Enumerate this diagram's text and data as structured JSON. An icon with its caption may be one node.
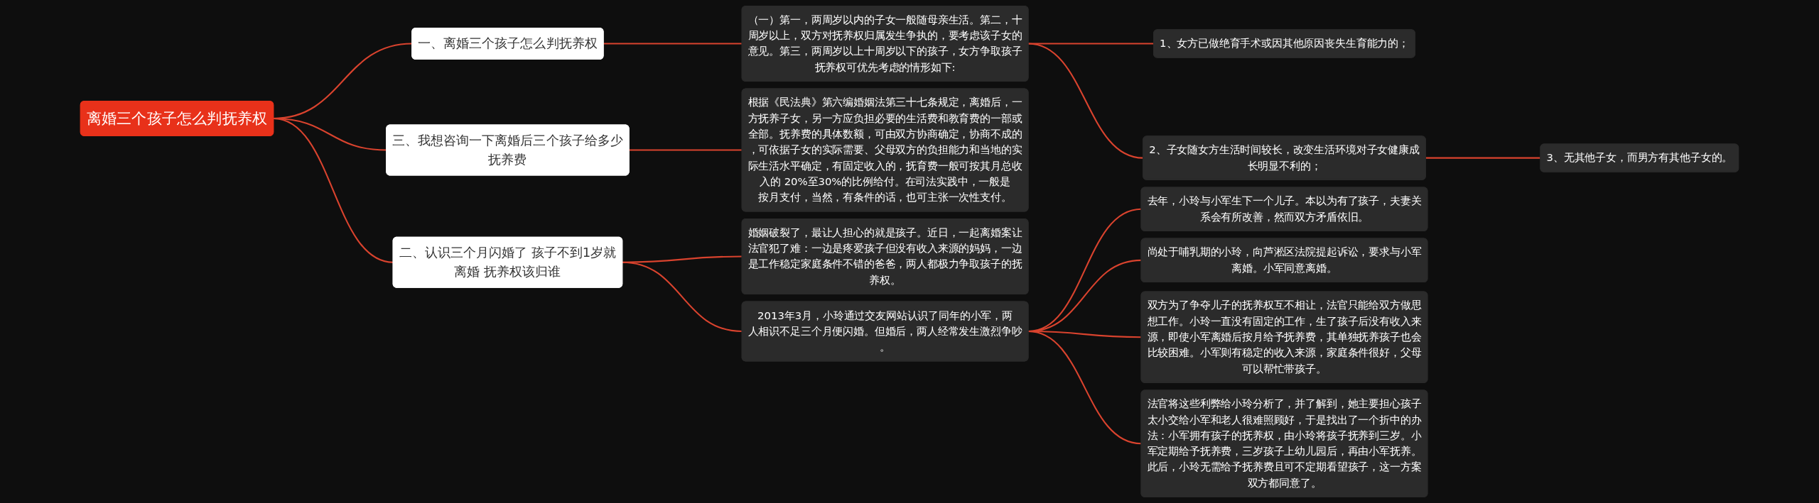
{
  "diagram": {
    "nodes": [
      {
        "text": [
          "离婚三个孩子怎么判抚养权"
        ]
      },
      {
        "text": [
          "一、离婚三个孩子怎么判抚养权"
        ]
      },
      {
        "text": [
          "（一）第一，两周岁以内的子女一般随母亲生活。第二，十周岁以上，双方对抚养权归属发生争执的，要考虑该子女的意见。第三，两周岁以上十周岁以下的孩子，女方争取孩子抚养权可优先考虑的情形如下:"
        ]
      },
      {
        "text": [
          "1、女方已做绝育手术或因其他原因丧失生育能力的；"
        ]
      },
      {
        "text": [
          "2、子女随女方生活时间较长，改变生活环境对子女健康成长明显不利的；"
        ]
      },
      {
        "text": [
          "3、无其他子女，而男方有其他子女的。"
        ]
      },
      {
        "text": [
          "三、我想咨询一下离婚后三个孩子给多少抚养费"
        ]
      },
      {
        "text": [
          "根据《民法典》第六编婚姻法第三十七条规定，离婚后，一方抚养子女，另一方应负担必要的生活费和教育费的一部或全部。抚养费的具体数额，可由双方协商确定，协商不成的，可依据子女的实际需要、父母双方的负担能力和当地的实际生活水平确定，有固定收入的，抚育费一般可按其月总收入的 20%至30%的比例给付。在司法实践中，一般是按月支付，当然，有条件的话，也可主张一次性支付。"
        ]
      },
      {
        "text": [
          "二、认识三个月闪婚了 孩子不到1岁就离婚 抚养权该归谁"
        ]
      },
      {
        "text": [
          "婚姻破裂了，最让人担心的就是孩子。近日，一起离婚案让法官犯了难：一边是疼爱孩子但没有收入来源的妈妈，一边是工作稳定家庭条件不错的爸爸，两人都极力争取孩子的抚养权。"
        ]
      },
      {
        "text": [
          "2013年3月，小玲通过交友网站认识了同年的小军，两人相识不足三个月便闪婚。但婚后，两人经常发生激烈争吵。"
        ]
      },
      {
        "text": [
          "去年，小玲与小军生下一个儿子。本以为有了孩子，夫妻关系会有所改善，然而双方矛盾依旧。"
        ]
      },
      {
        "text": [
          "尚处于哺乳期的小玲，向芦淞区法院提起诉讼，要求与小军离婚。小军同意离婚。"
        ]
      },
      {
        "text": [
          "双方为了争夺儿子的抚养权互不相让，法官只能给双方做思想工作。小玲一直没有固定的工作，生了孩子后没有收入来源，即使小军离婚后按月给予抚养费，其单独抚养孩子也会比较困难。小军则有稳定的收入来源，家庭条件很好，父母可以帮忙带孩子。"
        ]
      },
      {
        "text": [
          "法官将这些利弊给小玲分析了，并了解到，她主要担心孩子太小交给小军和老人很难照顾好，于是找出了一个折中的办法：小军拥有孩子的抚养权，由小玲将孩子抚养到三岁。小军定期给予抚养费，三岁孩子上幼儿园后，再由小军抚养。此后，小玲无需给予抚养费且可不定期看望孩子，这一方案双方都同意了。"
        ]
      }
    ],
    "edges": [
      {
        "from": 0,
        "to": 1,
        "arrow": "none"
      },
      {
        "from": 1,
        "to": 2,
        "arrow": "none"
      },
      {
        "from": 2,
        "to": 3,
        "arrow": "none"
      },
      {
        "from": 2,
        "to": 4,
        "arrow": "none"
      },
      {
        "from": 4,
        "to": 5,
        "arrow": "none"
      },
      {
        "from": 0,
        "to": 6,
        "arrow": "none"
      },
      {
        "from": 6,
        "to": 7,
        "arrow": "none"
      },
      {
        "from": 0,
        "to": 8,
        "arrow": "none"
      },
      {
        "from": 8,
        "to": 9,
        "arrow": "none"
      },
      {
        "from": 8,
        "to": 10,
        "arrow": "none"
      },
      {
        "from": 10,
        "to": 11,
        "arrow": "none"
      },
      {
        "from": 10,
        "to": 12,
        "arrow": "none"
      },
      {
        "from": 10,
        "to": 13,
        "arrow": "none"
      },
      {
        "from": 10,
        "to": 14,
        "arrow": "none"
      }
    ]
  }
}
